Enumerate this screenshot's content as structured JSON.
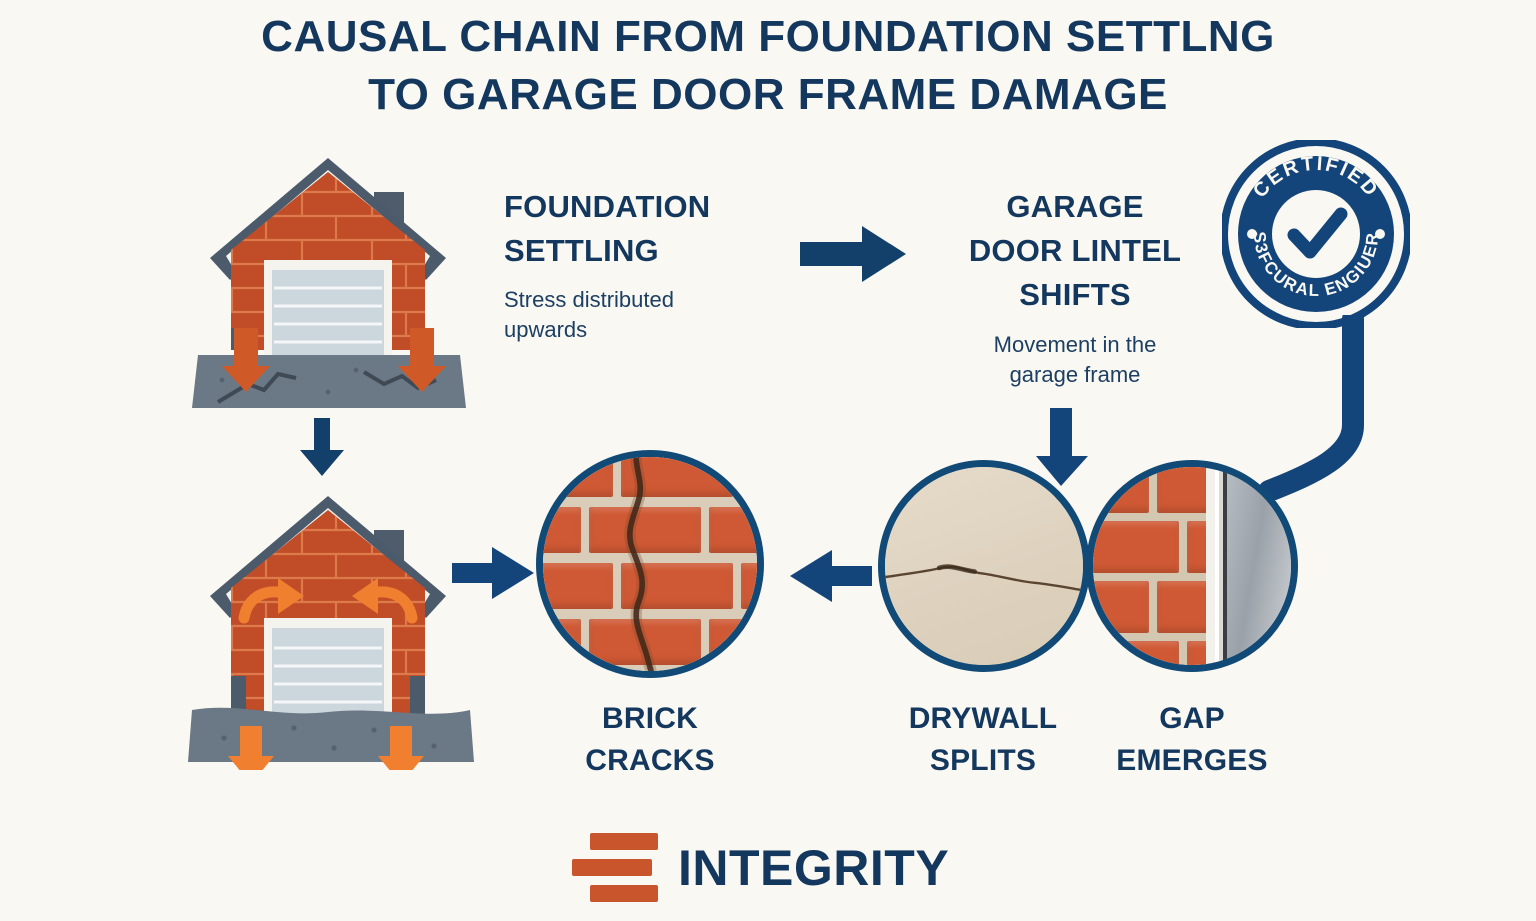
{
  "background_color": "#f9f8f2",
  "brand_navy": "#14375e",
  "brand_orange": "#d9622b",
  "title": {
    "line1": "CAUSAL CHAIN FROM FOUNDATION SETTLNG",
    "line2": "TO GARAGE DOOR FRAME DAMAGE"
  },
  "steps": [
    {
      "id": "foundation-settling",
      "heading_line1": "FOUNDATION",
      "heading_line2": "SETTLING",
      "sub_line1": "Stress distributed",
      "sub_line2": "upwards"
    },
    {
      "id": "garage-door-lintel-shifts",
      "heading_line1": "GARAGE",
      "heading_line2": "DOOR LINTEL",
      "heading_line3": "SHIFTS",
      "sub_line1": "Movement in the",
      "sub_line2": "garage frame"
    }
  ],
  "nodes": [
    {
      "id": "brick-cracks",
      "label_line1": "BRICK",
      "label_line2": "CRACKS"
    },
    {
      "id": "drywall-splits",
      "label_line1": "DRYWALL",
      "label_line2": "SPLITS"
    },
    {
      "id": "gap-emerges",
      "label_line1": "GAP",
      "label_line2": "EMERGES"
    }
  ],
  "badge": {
    "top_arc_text": "CERTIFIED",
    "bottom_arc_text": "S3FCURAL ENGIUER",
    "center_icon": "check-icon"
  },
  "illustrations": [
    {
      "id": "house-settling",
      "icon": "brick-garage-house-icon",
      "note": "downward arrows on foundation"
    },
    {
      "id": "house-shifting",
      "icon": "brick-garage-house-icon",
      "note": "inward curved arrows above garage door"
    }
  ],
  "connectors": [
    {
      "id": "house1-to-house2",
      "icon": "arrow-down-icon"
    },
    {
      "id": "foundation-to-lintel",
      "icon": "arrow-right-icon"
    },
    {
      "id": "lintel-to-drywall",
      "icon": "arrow-down-icon"
    },
    {
      "id": "badge-to-gap",
      "icon": "elbow-connector-icon"
    },
    {
      "id": "house2-to-brick-cracks",
      "icon": "arrow-right-icon"
    },
    {
      "id": "drywall-to-brick-cracks",
      "icon": "arrow-left-icon"
    }
  ],
  "footer": {
    "logo_icon": "stacked-bars-icon",
    "wordmark": "INTEGRITY"
  }
}
